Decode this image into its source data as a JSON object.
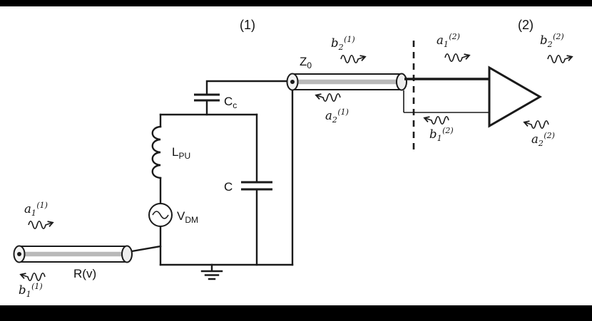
{
  "colors": {
    "background": "#000000",
    "paper": "#ffffff",
    "ink": "#1a1a1a",
    "conductor_gray": "#b9b9b9"
  },
  "regions": {
    "left_label": "(1)",
    "right_label": "(2)"
  },
  "components": {
    "z0": {
      "main": "Z",
      "sub": "0"
    },
    "cc": {
      "main": "C",
      "sub": "c"
    },
    "c": {
      "label": "C"
    },
    "lpu": {
      "main": "L",
      "sub": "PU"
    },
    "vdm": {
      "main": "V",
      "sub": "DM"
    },
    "rv": {
      "label": "R(v)"
    }
  },
  "waves": {
    "a1_1": {
      "base": "a",
      "sub": "1",
      "sup": "(1)",
      "direction": "right"
    },
    "b1_1": {
      "base": "b",
      "sub": "1",
      "sup": "(1)",
      "direction": "left"
    },
    "b2_1": {
      "base": "b",
      "sub": "2",
      "sup": "(1)",
      "direction": "right"
    },
    "a2_1": {
      "base": "a",
      "sub": "2",
      "sup": "(1)",
      "direction": "left"
    },
    "a1_2": {
      "base": "a",
      "sub": "1",
      "sup": "(2)",
      "direction": "right"
    },
    "b1_2": {
      "base": "b",
      "sub": "1",
      "sup": "(2)",
      "direction": "left"
    },
    "b2_2": {
      "base": "b",
      "sub": "2",
      "sup": "(2)",
      "direction": "right"
    },
    "a2_2": {
      "base": "a",
      "sub": "2",
      "sup": "(2)",
      "direction": "left"
    }
  }
}
